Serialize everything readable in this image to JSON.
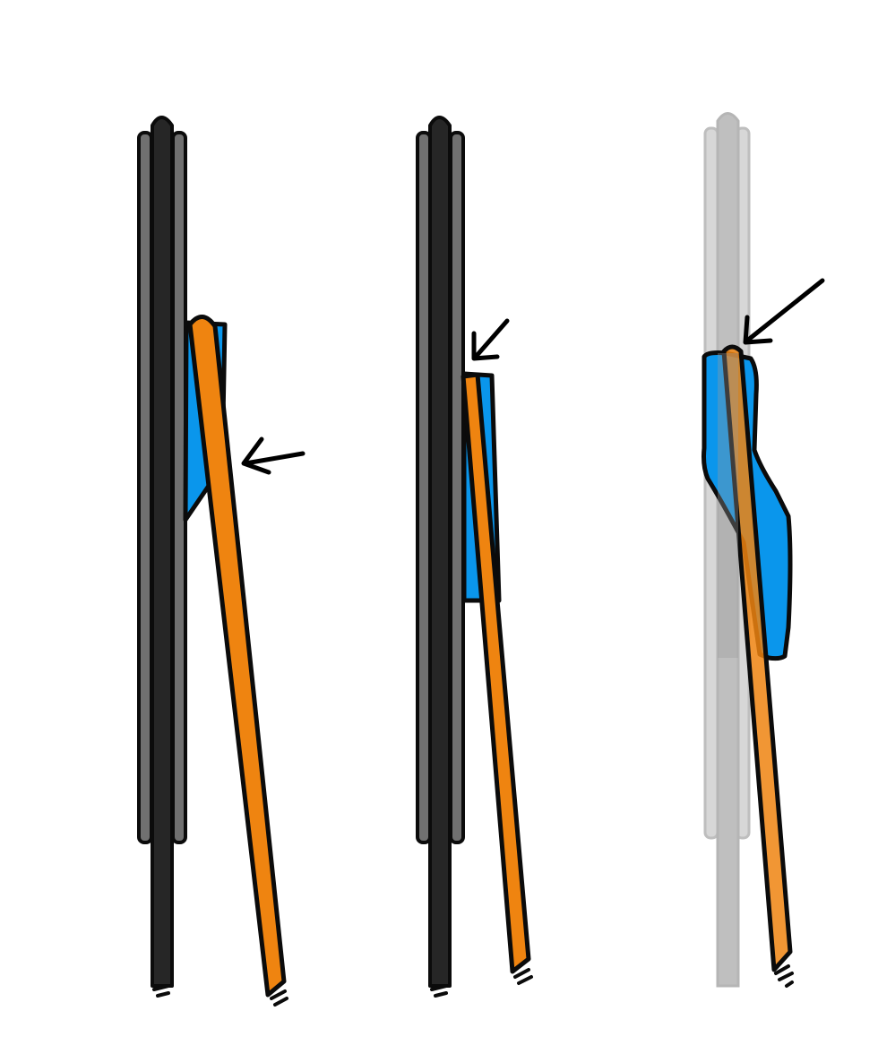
{
  "colors": {
    "background": "#ffffff",
    "outline": "#0b0b0b",
    "blade_core": "#262626",
    "blade_side": "#707070",
    "pad_blue": "#0a96ec",
    "strip_orange": "#ef8410",
    "ghost_gray": "#9a9a9a",
    "arrow": "#000000"
  },
  "panels": [
    {
      "name": "panel-left",
      "faded": false,
      "description_icons": [
        "pointer-arrow-icon"
      ]
    },
    {
      "name": "panel-middle",
      "faded": false,
      "description_icons": [
        "pointer-arrow-icon"
      ]
    },
    {
      "name": "panel-right",
      "faded": true,
      "description_icons": [
        "pointer-arrow-icon"
      ]
    }
  ]
}
